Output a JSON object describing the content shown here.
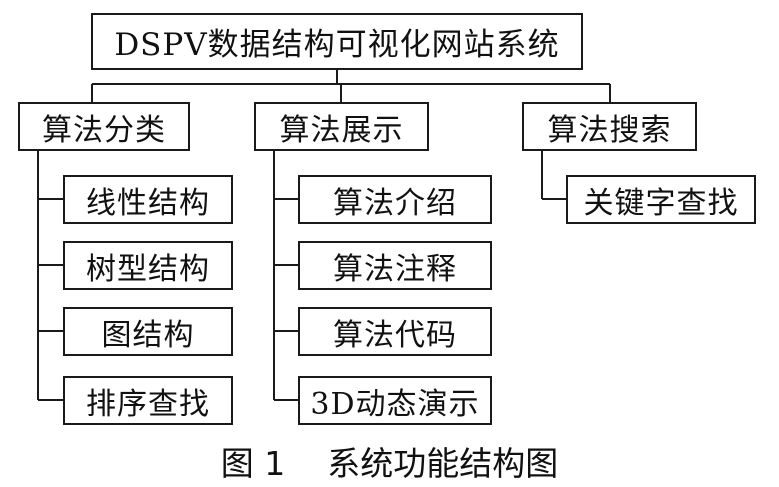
{
  "root": {
    "label": "DSPV数据结构可视化网站系统"
  },
  "categories": [
    {
      "label": "算法分类",
      "children": [
        "线性结构",
        "树型结构",
        "图结构",
        "排序查找"
      ]
    },
    {
      "label": "算法展示",
      "children": [
        "算法介绍",
        "算法注释",
        "算法代码",
        "3D动态演示"
      ]
    },
    {
      "label": "算法搜索",
      "children": [
        "关键字查找"
      ]
    }
  ],
  "caption": {
    "number": "图 1",
    "title": "系统功能结构图"
  }
}
